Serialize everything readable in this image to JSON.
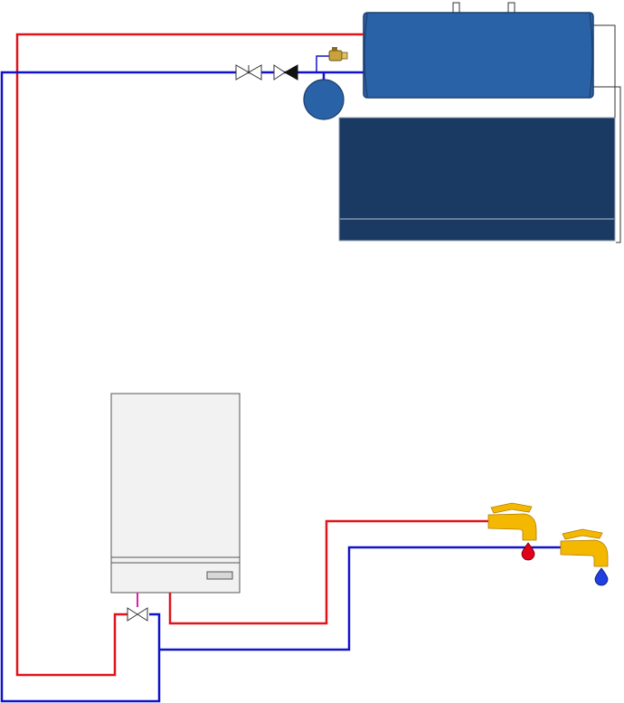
{
  "colors": {
    "hot_pipe": "#e0141b",
    "cold_pipe": "#1212c8",
    "tank_fill": "#2a62a8",
    "collector_fill": "#1a3a63",
    "vessel_fill": "#2a62a8",
    "boiler_fill": "#f2f2f2",
    "tap_fill": "#f5b800",
    "hot_drop": "#e00018",
    "cold_drop": "#1f3fe0",
    "mixing_valve_stem": "#e020a0"
  },
  "components": {
    "storage_tank": {
      "icon": "horizontal-cylinder-tank"
    },
    "solar_collector": {
      "icon": "flat-plate-collector"
    },
    "expansion_vessel": {
      "icon": "circle-vessel"
    },
    "safety_valve": {
      "icon": "brass-relief-valve"
    },
    "shutoff_valve": {
      "icon": "gate-valve-bowtie"
    },
    "check_valve": {
      "icon": "non-return-valve"
    },
    "combi_boiler": {
      "icon": "wall-boiler"
    },
    "mixing_valve": {
      "icon": "three-way-valve"
    },
    "hot_tap": {
      "icon": "faucet",
      "drop": "hot-water-drop-icon"
    },
    "cold_tap": {
      "icon": "faucet",
      "drop": "cold-water-drop-icon"
    }
  }
}
